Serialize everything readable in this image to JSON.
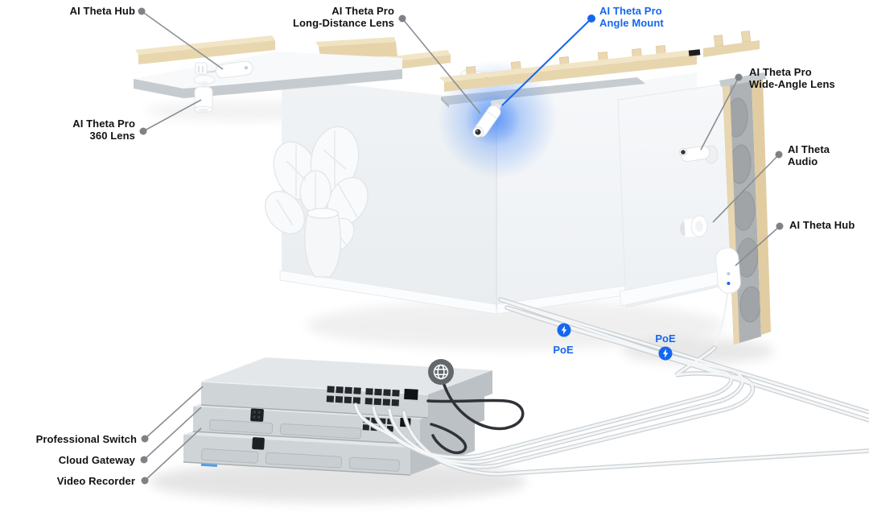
{
  "diagram": {
    "title_labels": {
      "hub_left": {
        "text": "AI Theta Hub"
      },
      "pro_long_distance": {
        "line1": "AI Theta Pro",
        "line2": "Long-Distance Lens"
      },
      "pro_angle_mount": {
        "line1": "AI Theta Pro",
        "line2": "Angle Mount",
        "highlighted": true
      },
      "pro_wide_angle": {
        "line1": "AI Theta Pro",
        "line2": "Wide-Angle Lens"
      },
      "audio": {
        "line1": "AI Theta",
        "line2": "Audio"
      },
      "hub_right": {
        "text": "AI Theta Hub"
      },
      "pro_360": {
        "line1": "AI Theta Pro",
        "line2": "360 Lens"
      },
      "switch": {
        "text": "Professional Switch"
      },
      "gateway": {
        "text": "Cloud Gateway"
      },
      "recorder": {
        "text": "Video Recorder"
      }
    },
    "badges": {
      "poe_left": {
        "text": "PoE"
      },
      "poe_right": {
        "text": "PoE"
      }
    },
    "icons": {
      "globe": "globe-icon",
      "lightning": "lightning-bolt-icon"
    },
    "colors": {
      "accent_blue": "#1566f0",
      "label_text": "#101214",
      "leader_line": "#8a8e92",
      "glow_blue": "#5e97f7",
      "wood": "#eedfbd",
      "insulation": "#aeb2b4",
      "metal": "#cfd4d7"
    }
  }
}
